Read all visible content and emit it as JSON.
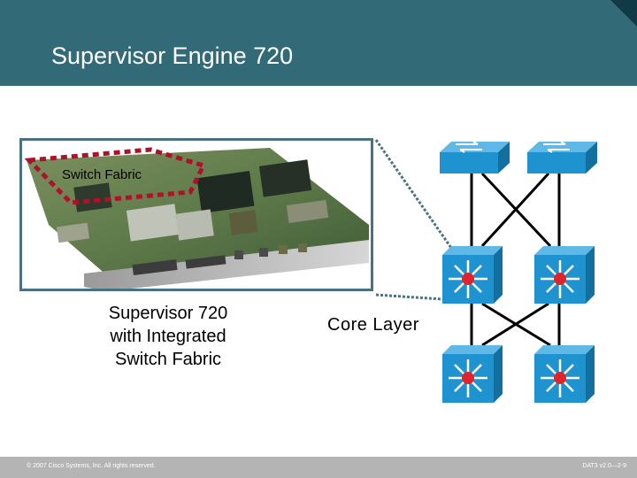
{
  "slide": {
    "title": "Supervisor Engine 720",
    "footer_left": "© 2007 Cisco Systems, Inc. All rights reserved.",
    "footer_right": "DAT3 v2.0—2-9"
  },
  "photo": {
    "fabric_label": "Switch Fabric",
    "caption_lines": [
      "Supervisor 720",
      "with Integrated",
      "Switch Fabric"
    ]
  },
  "diagram": {
    "layer_label": "Core Layer",
    "nodes": [
      {
        "type": "switch",
        "icon": "layer2-switch-icon"
      },
      {
        "type": "switch",
        "icon": "layer2-switch-icon"
      },
      {
        "type": "multilayer-switch",
        "icon": "multilayer-switch-icon"
      },
      {
        "type": "multilayer-switch",
        "icon": "multilayer-switch-icon"
      },
      {
        "type": "multilayer-switch",
        "icon": "multilayer-switch-icon"
      },
      {
        "type": "multilayer-switch",
        "icon": "multilayer-switch-icon"
      }
    ]
  },
  "colors": {
    "header": "#336a78",
    "icon_blue": "#1f93cf",
    "icon_red": "#e0242c",
    "fabric_outline": "#b0102a",
    "footer": "#b4b4b4"
  }
}
